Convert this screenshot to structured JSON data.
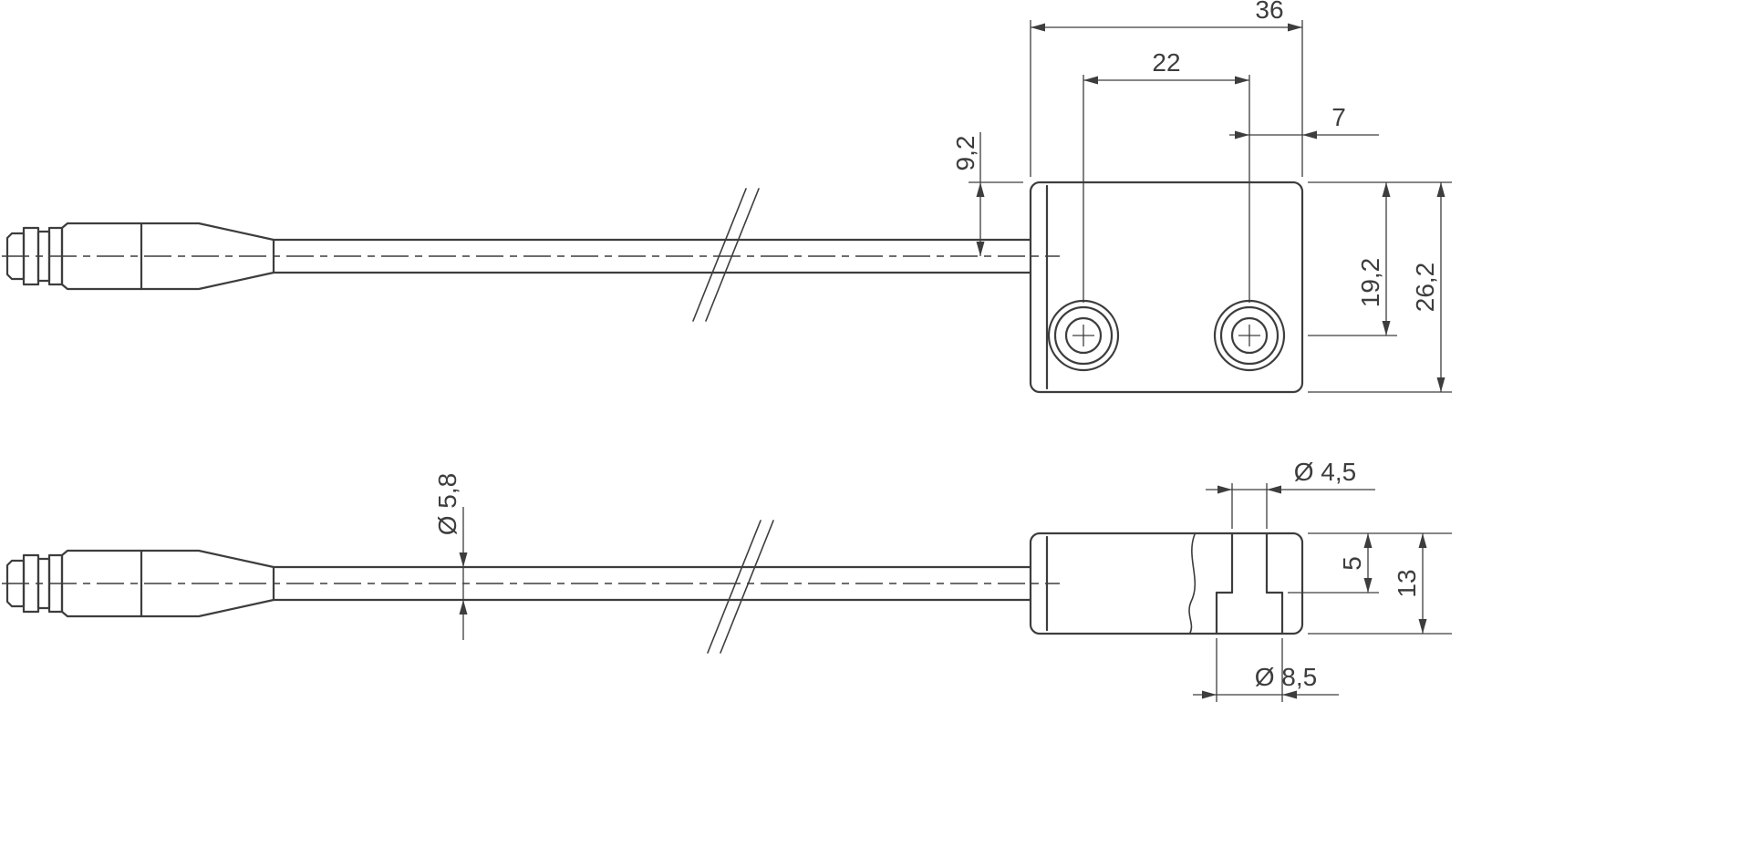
{
  "drawing": {
    "top_view": {
      "total_width": "36",
      "hole_spacing": "22",
      "hole_to_edge": "7",
      "cable_axis_offset": "9,2",
      "hole_axis_from_top": "19,2",
      "total_height": "26,2"
    },
    "bottom_view": {
      "cable_diameter": "Ø 5,8",
      "hole_diameter": "Ø 4,5",
      "hole_depth": "5",
      "total_thickness": "13",
      "counterbore_diameter": "Ø 8,5"
    },
    "colors": {
      "line": "#3d3d3d",
      "background": "#ffffff"
    }
  }
}
